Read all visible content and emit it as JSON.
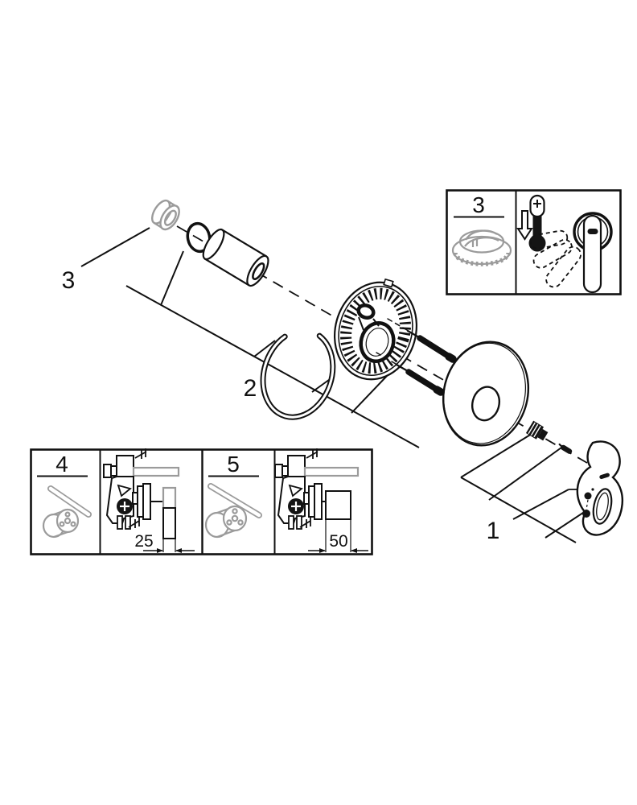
{
  "callouts": {
    "c1": "1",
    "c2": "2",
    "c3": "3"
  },
  "inset3": {
    "label": "3"
  },
  "inset4": {
    "label": "4",
    "dim": "25"
  },
  "inset5": {
    "label": "5",
    "dim": "50"
  },
  "icons": {
    "thermometer": "thermometer-minus-icon",
    "arrow_down": "arrow-down-icon",
    "hand": "hand-ghost-icon",
    "wall_mark": "finished-wall-mark-icon"
  },
  "colors": {
    "line": "#111111",
    "gray": "#9b9b9b",
    "background": "#ffffff"
  }
}
